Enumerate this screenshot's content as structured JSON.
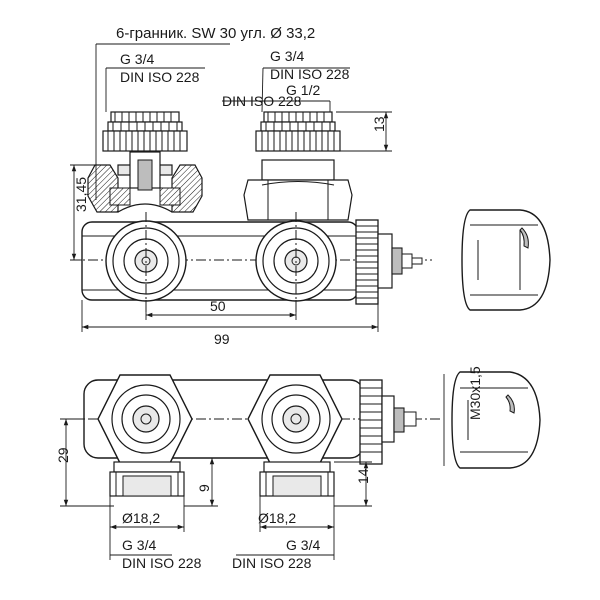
{
  "labels": {
    "hex_size": "6-гранник. SW 30 угл. Ø 33,2",
    "thread_left_top": "G 3/4",
    "din_left_top": "DIN ISO 228",
    "thread_right_top": "G 3/4",
    "din_right_top": "DIN ISO 228",
    "thread_inner": "G 1/2",
    "din_inner": "DIN ISO 228",
    "dim_13": "13",
    "dim_31_45": "31,45",
    "dim_50": "50",
    "dim_99": "99",
    "dim_29": "29",
    "dim_9": "9",
    "dim_14": "14",
    "dim_m30": "M30x1,5",
    "dia_left": "Ø18,2",
    "dia_right": "Ø18,2",
    "thread_left_bottom": "G 3/4",
    "din_left_bottom": "DIN ISO 228",
    "thread_right_bottom": "G 3/4",
    "din_right_bottom": "DIN ISO 228"
  }
}
